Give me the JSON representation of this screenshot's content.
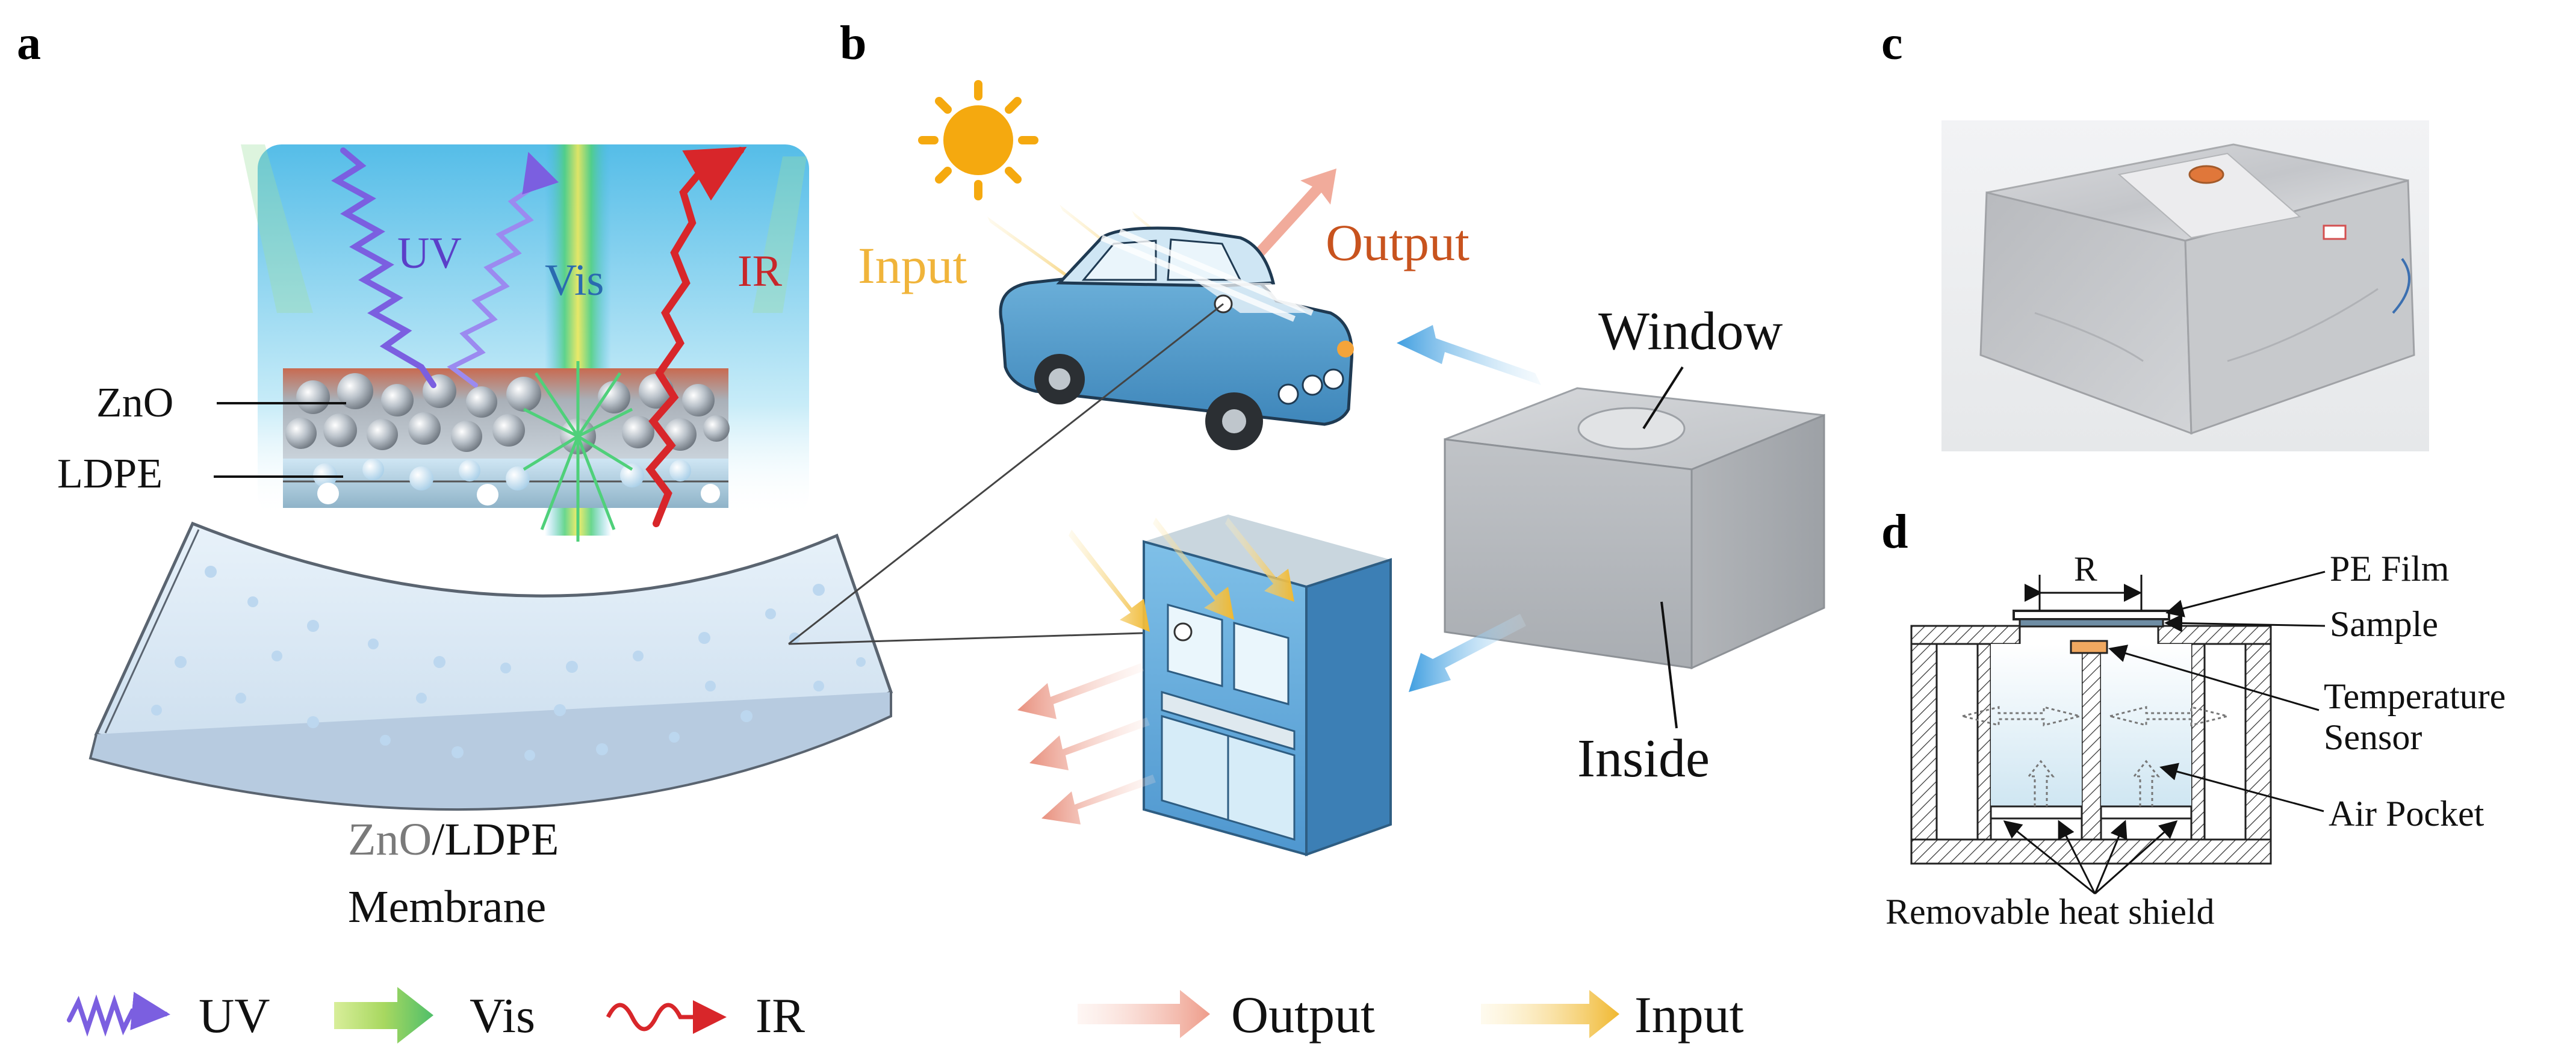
{
  "panels": {
    "a": {
      "letter": "a",
      "wave_labels": {
        "uv": "UV",
        "vis": "Vis",
        "ir": "IR"
      },
      "layer_labels": {
        "zno": "ZnO",
        "ldpe": "LDPE"
      },
      "membrane_caption": {
        "part1": "ZnO",
        "part2": "/LDPE",
        "line2": "Membrane"
      }
    },
    "b": {
      "letter": "b",
      "input_label": "Input",
      "output_label": "Output",
      "window_label": "Window",
      "inside_label": "Inside"
    },
    "c": {
      "letter": "c"
    },
    "d": {
      "letter": "d",
      "radius_label": "R",
      "pe_film": "PE Film",
      "sample": "Sample",
      "temp_line1": "Temperature",
      "temp_line2": "Sensor",
      "air_pocket": "Air Pocket",
      "heat_shield": "Removable heat shield"
    }
  },
  "legend": {
    "uv": "UV",
    "vis": "Vis",
    "ir": "IR",
    "output": "Output",
    "input": "Input"
  },
  "colors": {
    "uv": "#7b5fe0",
    "vis_green": "#4fbf6a",
    "vis_yellow": "#e8e040",
    "ir": "#d8262a",
    "output_arrow": "#f0a89a",
    "input_arrow": "#f2c040",
    "blue_arrow": "#4aa3e0",
    "zno_text": "#7a7a7a",
    "input_text": "#f0b43a",
    "output_text": "#c8531e",
    "uv_text": "#5b3fc8",
    "vis_text": "#2a6ab0",
    "ir_text": "#c8262a"
  }
}
